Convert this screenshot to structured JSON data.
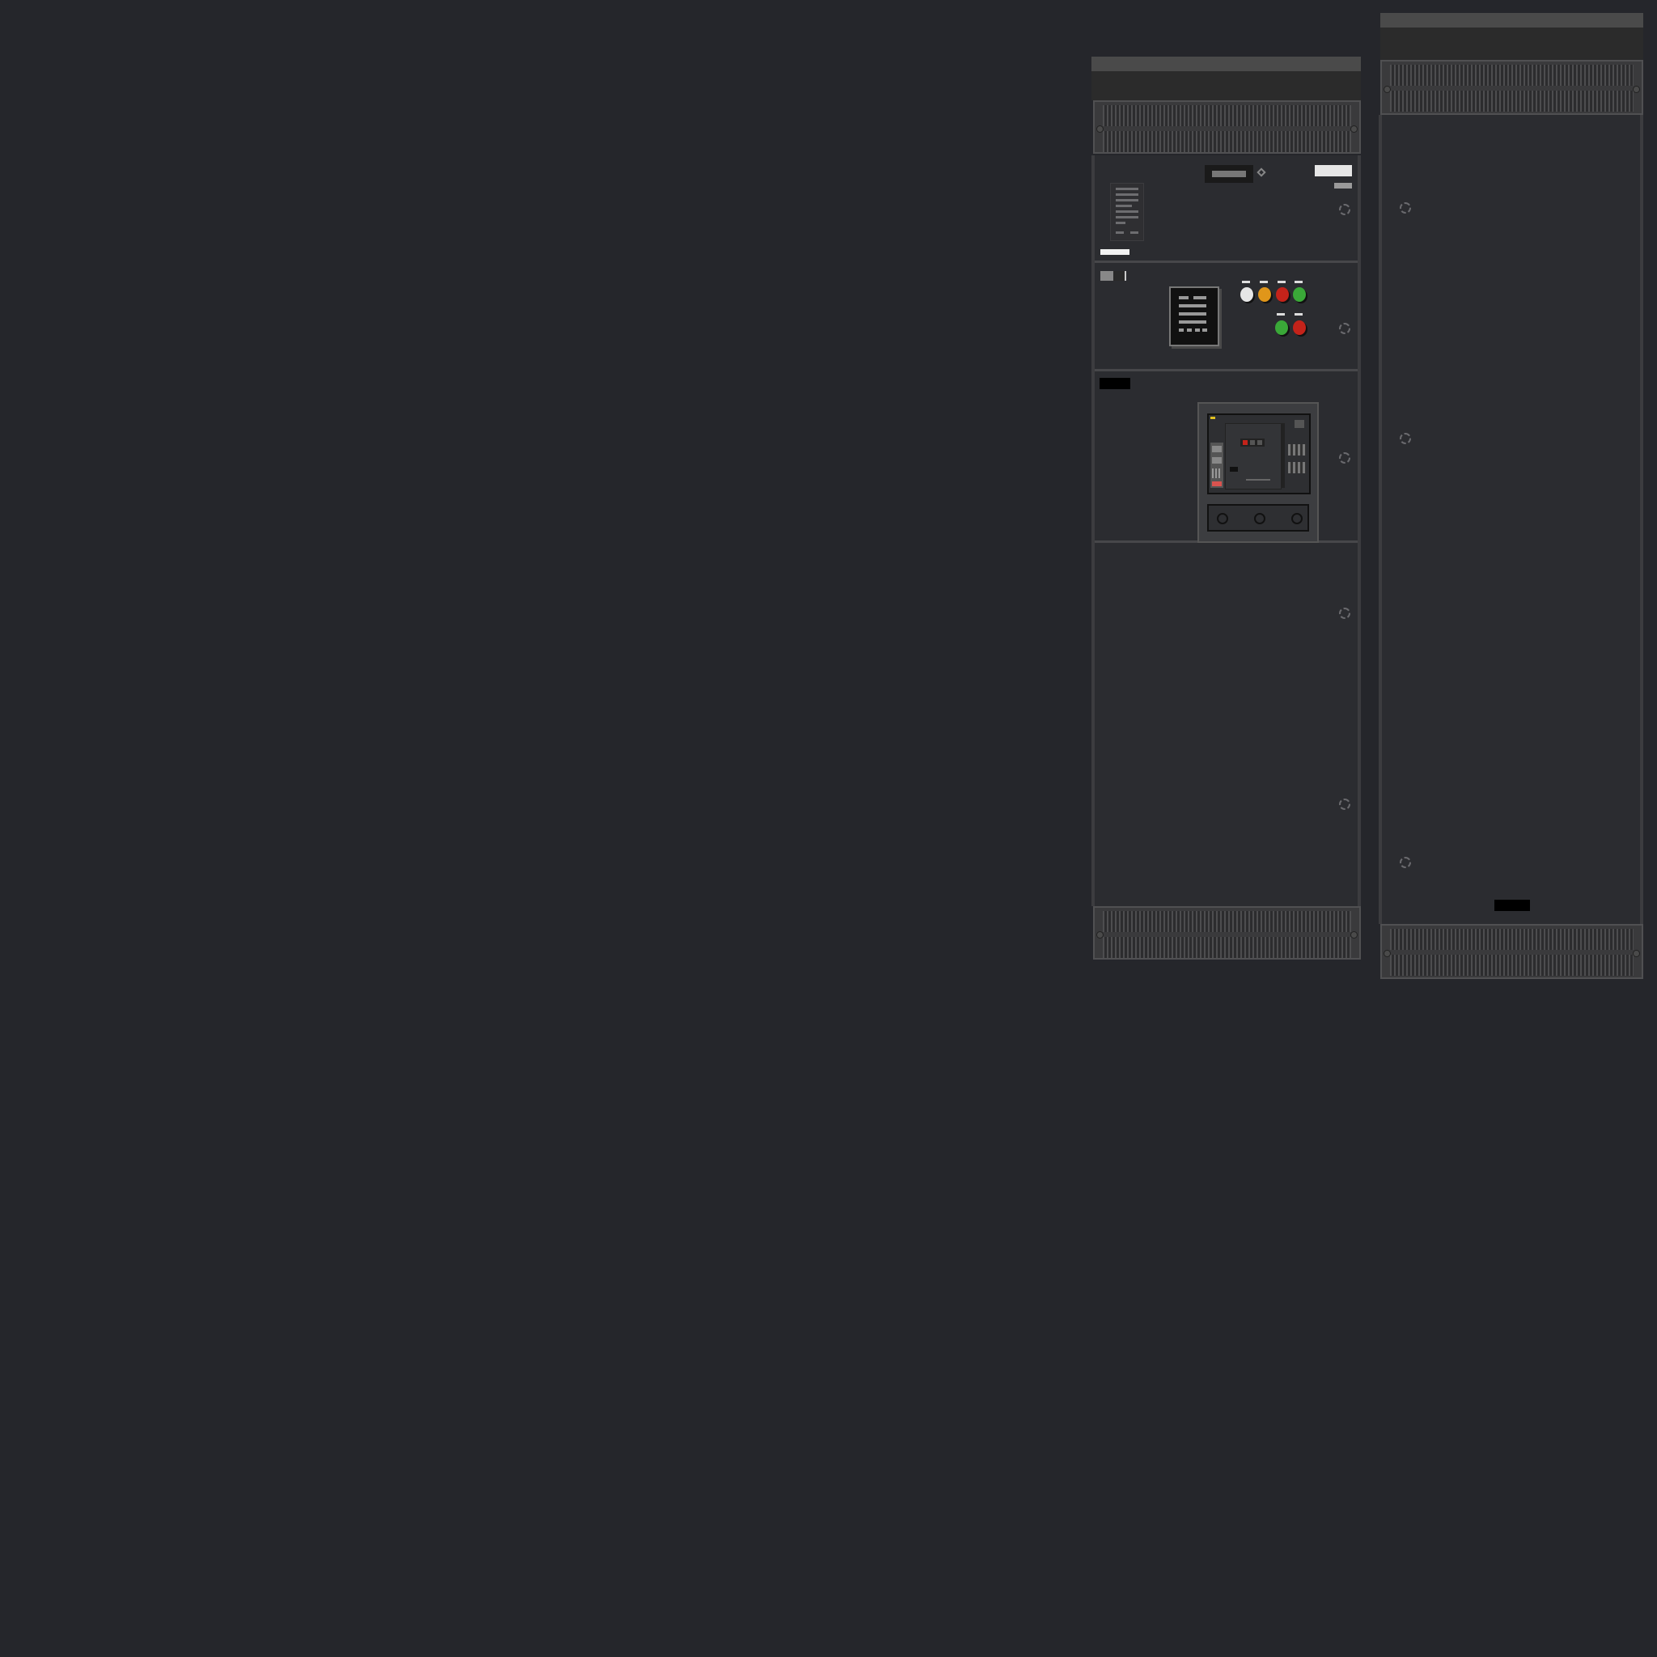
{
  "scene": {
    "background": "#25262b",
    "cabinets": [
      {
        "id": "cabinet-1",
        "sections": [
          "metering-section",
          "control-section",
          "breaker-section",
          "lower-section"
        ],
        "indicator_lamps": [
          {
            "color": "#e6e6e6",
            "name": "white"
          },
          {
            "color": "#e0961a",
            "name": "amber"
          },
          {
            "color": "#c4231a",
            "name": "red"
          },
          {
            "color": "#3aa838",
            "name": "green"
          },
          {
            "color": "#3aa838",
            "name": "green"
          },
          {
            "color": "#c4231a",
            "name": "red"
          }
        ],
        "breaker": {
          "indicator_color": "#c4231a",
          "trip_color": "#d9534f"
        }
      },
      {
        "id": "cabinet-2",
        "sections": [
          "blank-section"
        ]
      }
    ],
    "icons": [
      "door-handle-icon",
      "vent-grille-icon",
      "control-relay-icon",
      "circuit-breaker-icon"
    ]
  }
}
